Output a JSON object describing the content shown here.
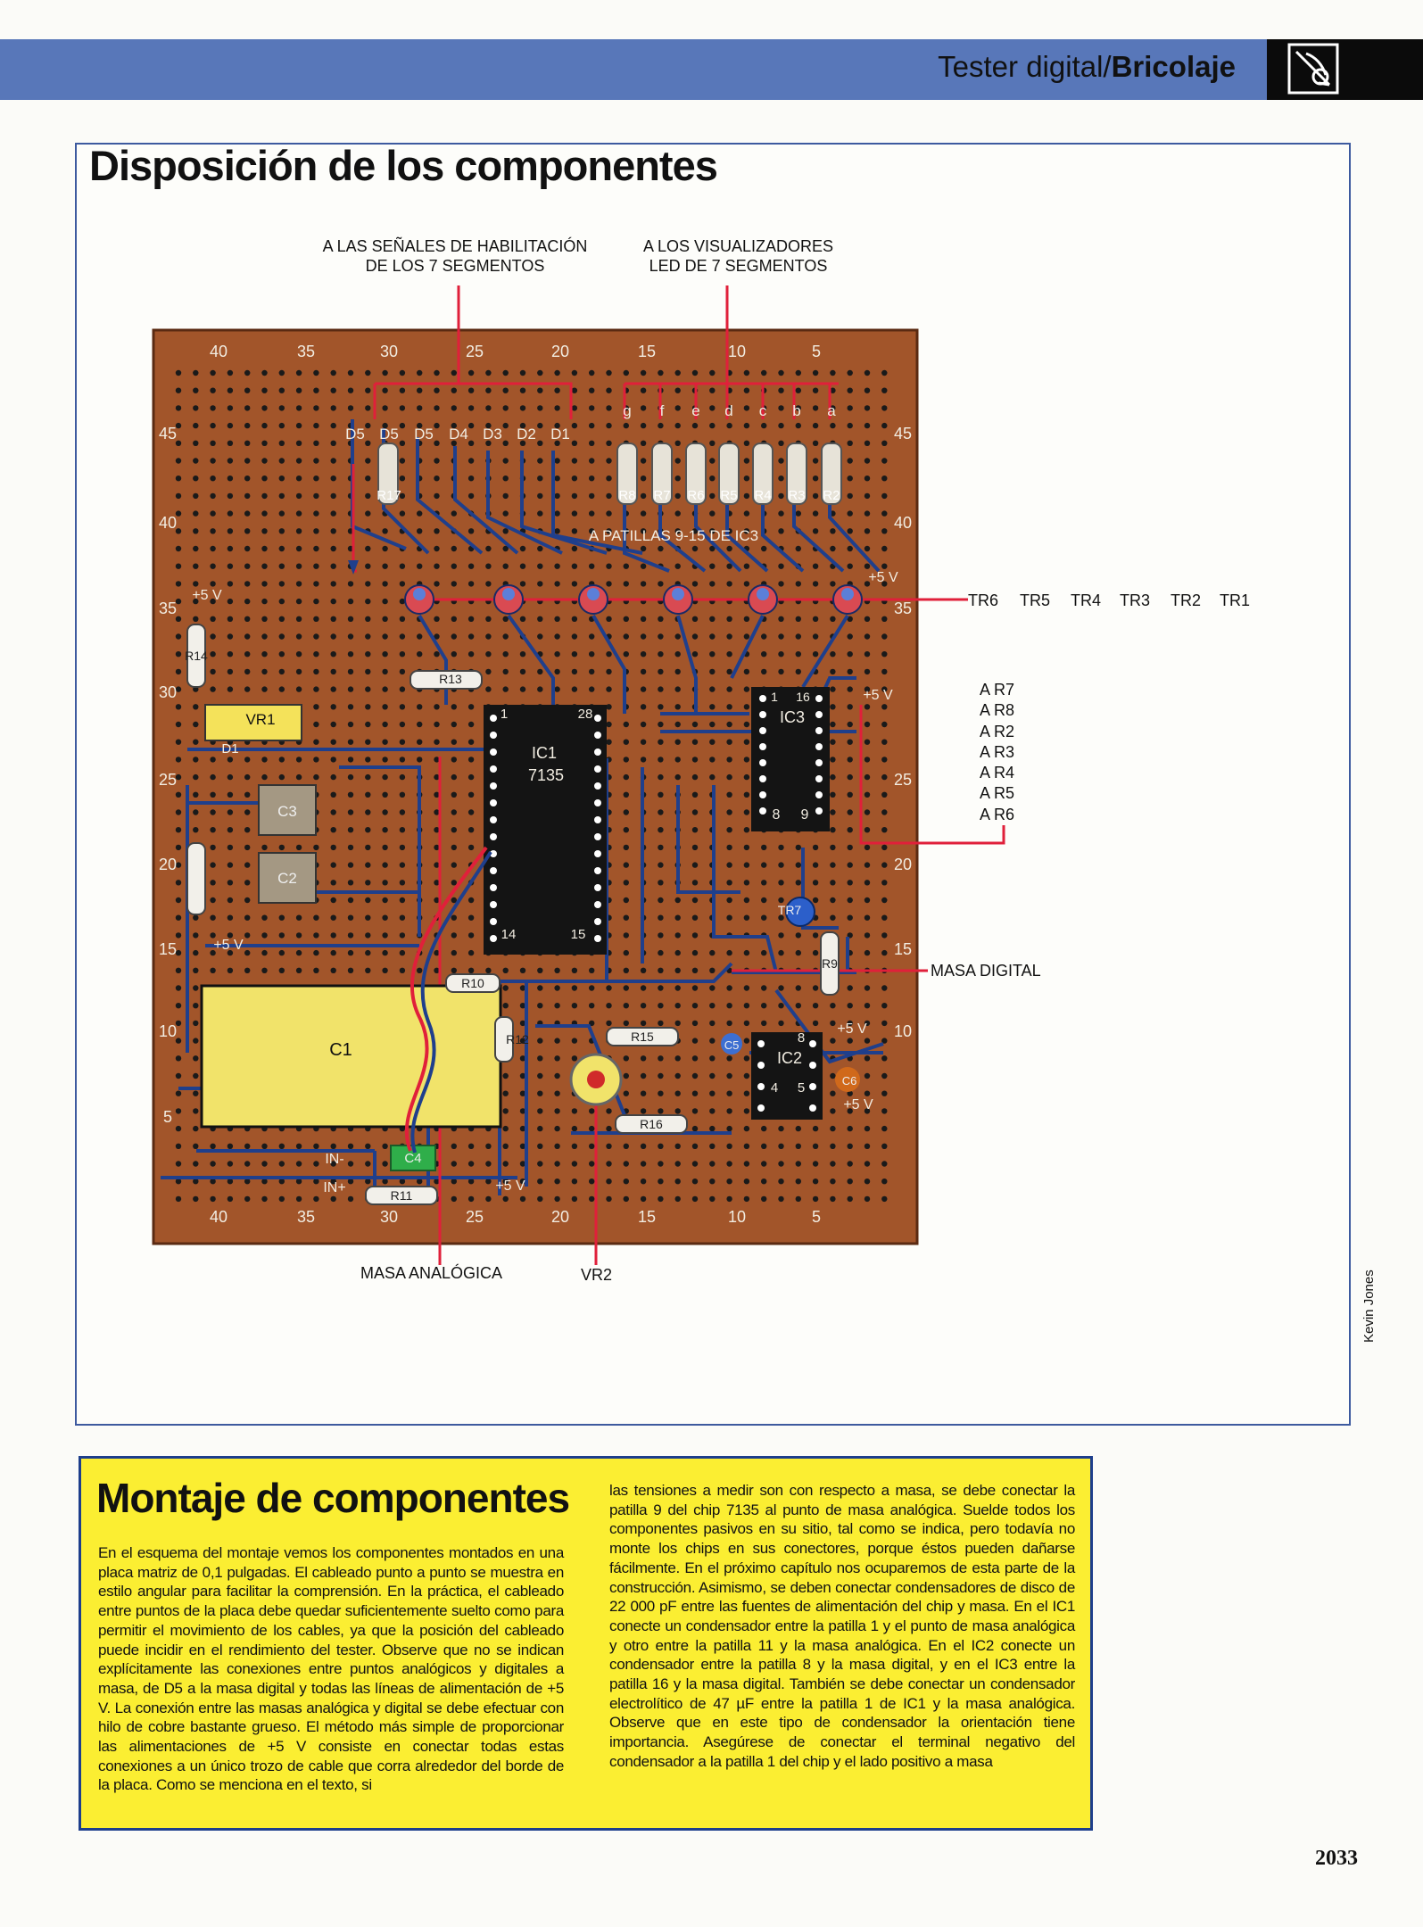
{
  "header": {
    "section": "Tester digital/",
    "topic": "Bricolaje",
    "icon": "book-icon"
  },
  "figure": {
    "title": "Disposición de los componentes",
    "top_label_left": [
      "A LAS SEÑALES DE HABILITACIÓN",
      "DE LOS 7 SEGMENTOS"
    ],
    "top_label_right": [
      "A LOS VISUALIZADORES",
      "LED DE 7 SEGMENTOS"
    ],
    "transistor_labels": [
      "TR6",
      "TR5",
      "TR4",
      "TR3",
      "TR2",
      "TR1"
    ],
    "resistor_labels": [
      "A R7",
      "A R8",
      "A R2",
      "A R3",
      "A R4",
      "A R5",
      "A R6"
    ],
    "masa_digital": "MASA DIGITAL",
    "masa_analogica": "MASA ANALÓGICA",
    "vr2": "VR2",
    "credit": "Kevin Jones",
    "board": {
      "col_numbers_top": [
        "40",
        "35",
        "30",
        "25",
        "20",
        "15",
        "10",
        "5"
      ],
      "col_numbers_bottom": [
        "40",
        "35",
        "30",
        "25",
        "20",
        "15",
        "10",
        "5"
      ],
      "row_numbers": [
        "45",
        "40",
        "35",
        "30",
        "25",
        "20",
        "15",
        "10",
        "5"
      ],
      "digit_labels": [
        "D5",
        "D5",
        "D5",
        "D4",
        "D3",
        "D2",
        "D1"
      ],
      "segment_letters": [
        "g",
        "f",
        "e",
        "d",
        "c",
        "b",
        "a"
      ],
      "resistor_row": [
        "R8",
        "R7",
        "R6",
        "R5",
        "R4",
        "R3",
        "R2"
      ],
      "r17": "R17",
      "patillas": "A PATILLAS 9-15 DE IC3",
      "plus5v": "+5 V",
      "r13": "R13",
      "vr1": "VR1",
      "d1": "D1",
      "ic1": [
        "IC1",
        "7135"
      ],
      "ic1_pins": [
        "1",
        "28",
        "14",
        "15"
      ],
      "ic3": "IC3",
      "ic3_pins": [
        "1",
        "16",
        "8",
        "9"
      ],
      "ic2": "IC2",
      "ic2_pins": [
        "8",
        "4",
        "5"
      ],
      "c1": "C1",
      "c2": "C2",
      "c3": "C3",
      "c4": "C4",
      "c5": "C5",
      "c6": "C6",
      "r9": "R9",
      "r10": "R10",
      "r11": "R11",
      "r12": "R12",
      "r14": "R14",
      "r15": "R15",
      "r16": "R16",
      "tr7": "TR7",
      "in_minus": "IN-",
      "in_plus": "IN+"
    }
  },
  "article": {
    "title": "Montaje de componentes",
    "col1": "En el esquema del montaje vemos los componentes montados en una placa matriz de 0,1 pulgadas. El cableado punto a punto se muestra en estilo angular para facilitar la comprensión. En la práctica, el cableado entre puntos de la placa debe quedar suficientemente suelto como para permitir el movimiento de los cables, ya que la posición del cableado puede incidir en el rendimiento del tester. Observe que no se indican explícitamente las conexiones entre puntos analógicos y digitales a masa, de D5 a la masa digital y todas las líneas de alimentación de +5 V. La conexión entre las masas analógica y digital se debe efectuar con hilo de cobre bastante grueso. El método más simple de proporcionar las alimentaciones de +5 V consiste en conectar todas estas conexiones a un único trozo de cable que corra alrededor del borde de la placa. Como se menciona en el texto, si",
    "col2": "las tensiones a medir son con respecto a masa, se debe conectar la patilla 9 del chip 7135 al punto de masa analógica. Suelde todos los componentes pasivos en su sitio, tal como se indica, pero todavía no monte los chips en sus conectores, porque éstos pueden dañarse fácilmente. En el próximo capítulo nos ocuparemos de esta parte de la construcción. Asimismo, se deben conectar condensadores de disco de 22 000 pF entre las fuentes de alimentación del chip y masa. En el IC1 conecte un condensador entre la patilla 1 y el punto de masa analógica y otro entre la patilla 11 y la masa analógica. En el IC2 conecte un condensador entre la patilla 8 y la masa digital, y en el IC3 entre la patilla 16 y la masa digital. También se debe conectar un condensador electrolítico de 47 µF entre la patilla 1 de IC1 y la masa analógica. Observe que en este tipo de condensador la orientación tiene importancia. Asegúrese de conectar el terminal negativo del condensador a la patilla 1 del chip y el lado positivo a masa"
  },
  "page_number": "2033",
  "colors": {
    "bar": "#5877b9",
    "board": "#a2552a",
    "trace": "#1f3f8c",
    "red_line": "#e0203a",
    "textbox": "#fbee32"
  }
}
